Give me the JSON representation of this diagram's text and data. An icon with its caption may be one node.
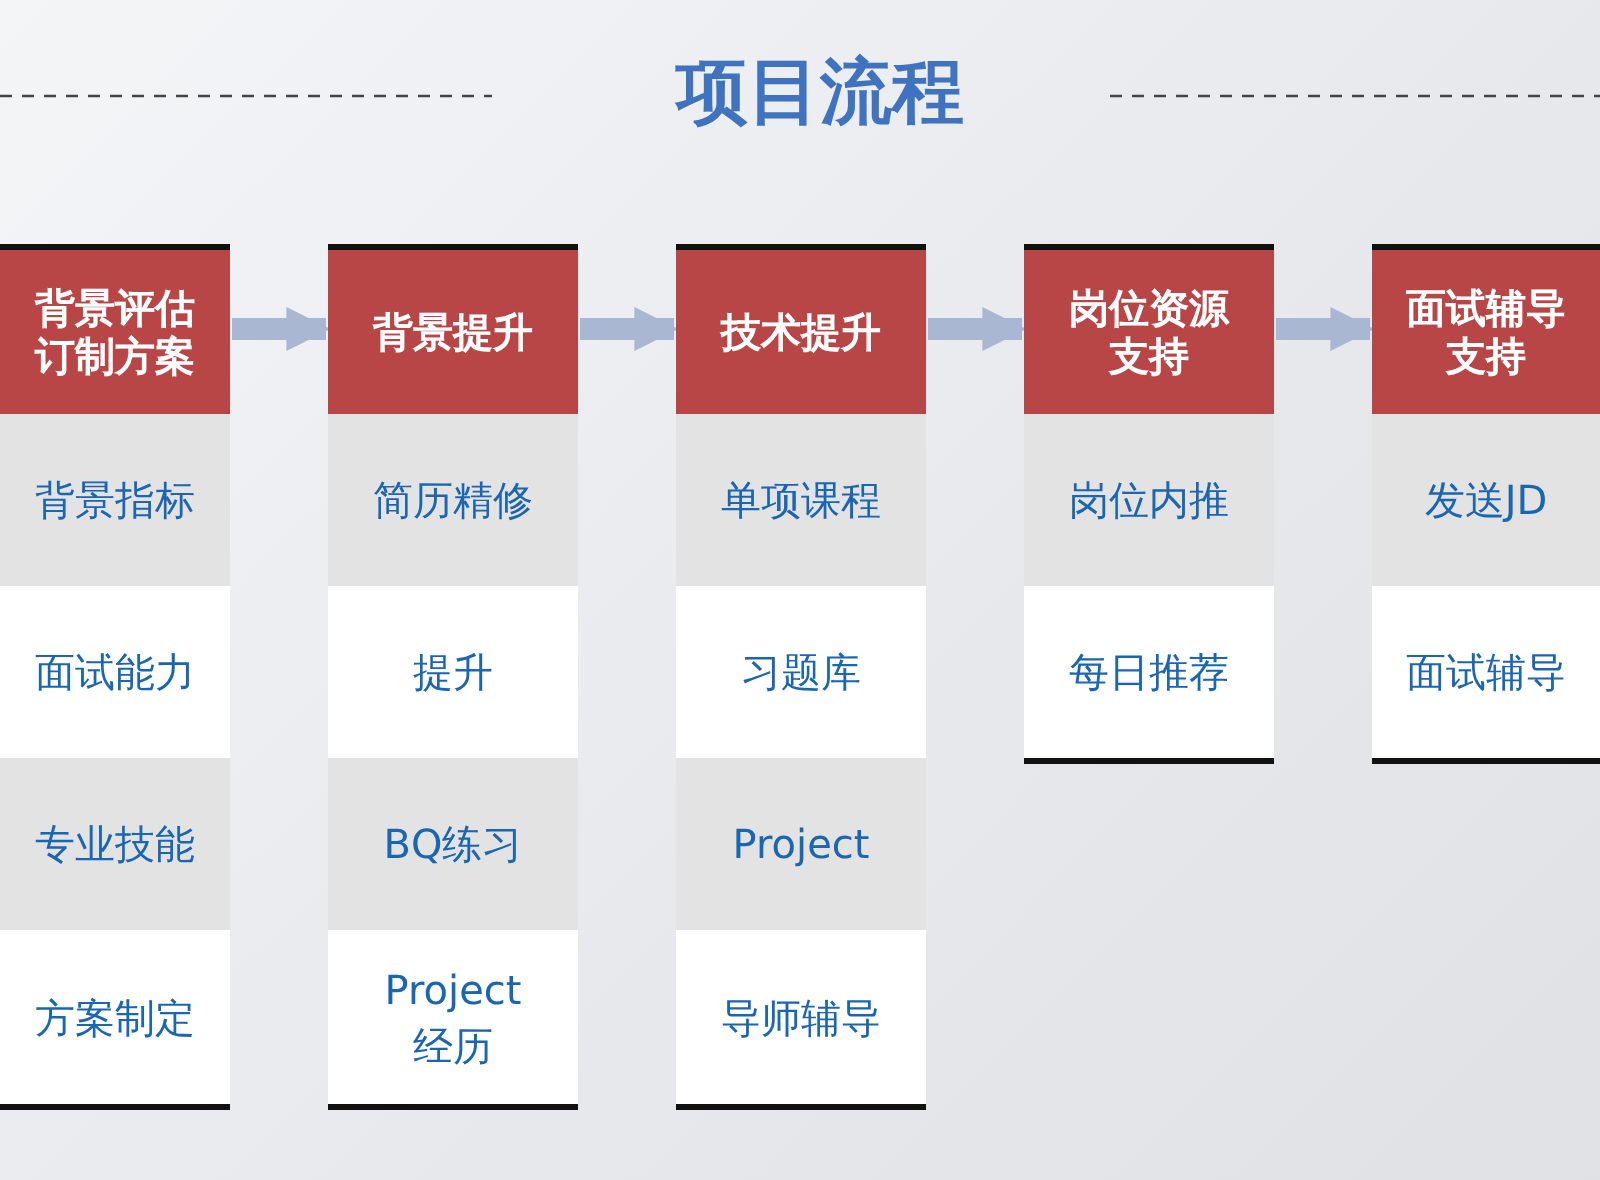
{
  "diagram": {
    "title": "项目流程",
    "nodes": [
      {
        "text": [
          "背景评估订制方案"
        ]
      },
      {
        "text": [
          "背景指标"
        ]
      },
      {
        "text": [
          "面试能力"
        ]
      },
      {
        "text": [
          "专业技能"
        ]
      },
      {
        "text": [
          "方案制定"
        ]
      },
      {
        "text": [
          "背景提升"
        ]
      },
      {
        "text": [
          "简历精修"
        ]
      },
      {
        "text": [
          "提升"
        ]
      },
      {
        "text": [
          "BQ练习"
        ]
      },
      {
        "text": [
          "Project经历"
        ]
      },
      {
        "text": [
          "技术提升"
        ]
      },
      {
        "text": [
          "单项课程"
        ]
      },
      {
        "text": [
          "习题库"
        ]
      },
      {
        "text": [
          "Project"
        ]
      },
      {
        "text": [
          "导师辅导"
        ]
      },
      {
        "text": [
          "岗位资源支持"
        ]
      },
      {
        "text": [
          "岗位内推"
        ]
      },
      {
        "text": [
          "每日推荐"
        ]
      },
      {
        "text": [
          "面试辅导支持"
        ]
      },
      {
        "text": [
          "发送JD"
        ]
      },
      {
        "text": [
          "面试辅导"
        ]
      }
    ],
    "edges": [
      {
        "from": 0,
        "to": 5,
        "arrow": "to"
      },
      {
        "from": 5,
        "to": 10,
        "arrow": "to"
      },
      {
        "from": 10,
        "to": 15,
        "arrow": "to"
      },
      {
        "from": 15,
        "to": 18,
        "arrow": "to"
      }
    ]
  }
}
